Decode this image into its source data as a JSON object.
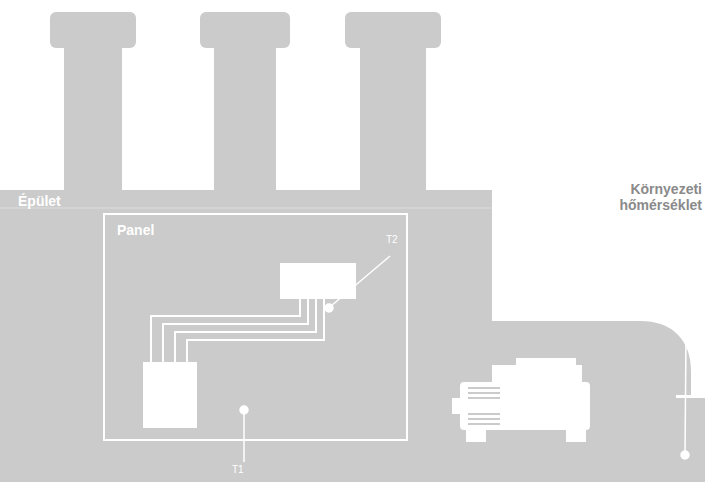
{
  "diagram": {
    "nodes": [
      {
        "text": [
          "Épület"
        ]
      },
      {
        "text": [
          "Panel"
        ],
        "in": 0
      }
    ],
    "labels": [
      "T2",
      "T1",
      "Környezeti hőmérséklet"
    ]
  }
}
